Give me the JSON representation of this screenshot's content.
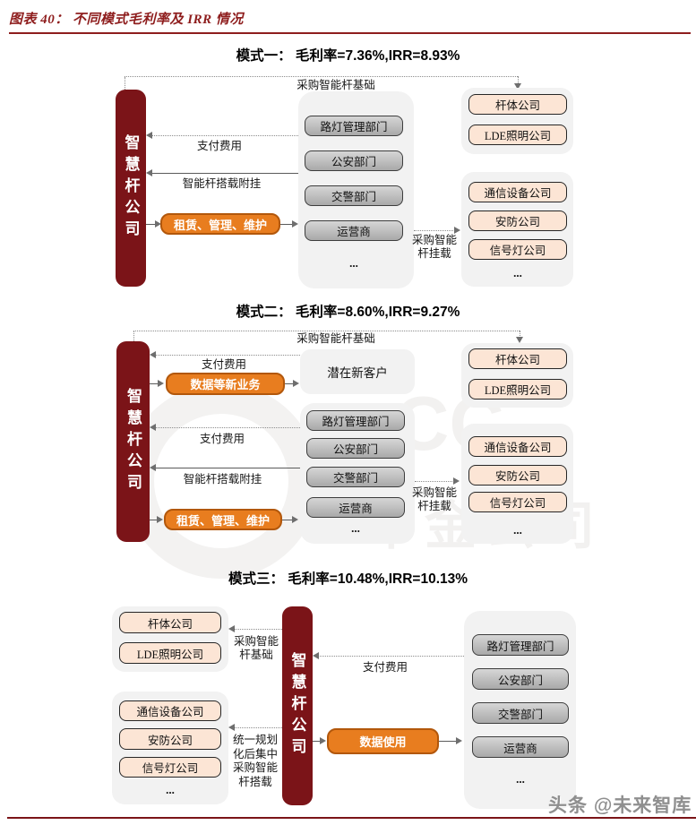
{
  "header": {
    "title": "图表 40：  不同模式毛利率及 IRR 情况"
  },
  "model1": {
    "title": "模式一： 毛利率=7.36%,IRR=8.93%",
    "company": "智慧杆公司",
    "lbl_buy_base": "采购智能杆基础",
    "lbl_pay": "支付费用",
    "lbl_mount": "智能杆搭载附挂",
    "box_lease": "租赁、管理、维护",
    "gov": [
      "路灯管理部门",
      "公安部门",
      "交警部门",
      "运营商"
    ],
    "gov_more": "...",
    "suppliers_top": [
      "杆体公司",
      "LDE照明公司"
    ],
    "suppliers_bottom": [
      "通信设备公司",
      "安防公司",
      "信号灯公司"
    ],
    "suppliers_more": "...",
    "lbl_buy_mount_1": "采购智能",
    "lbl_buy_mount_2": "杆挂载"
  },
  "model2": {
    "title": "模式二： 毛利率=8.60%,IRR=9.27%",
    "company": "智慧杆公司",
    "lbl_buy_base": "采购智能杆基础",
    "lbl_pay_new": "支付费用",
    "box_data_new": "数据等新业务",
    "box_potential": "潜在新客户",
    "lbl_pay": "支付费用",
    "lbl_mount": "智能杆搭载附挂",
    "box_lease": "租赁、管理、维护",
    "gov": [
      "路灯管理部门",
      "公安部门",
      "交警部门",
      "运营商"
    ],
    "gov_more": "...",
    "suppliers_top": [
      "杆体公司",
      "LDE照明公司"
    ],
    "suppliers_bottom": [
      "通信设备公司",
      "安防公司",
      "信号灯公司"
    ],
    "suppliers_more": "...",
    "lbl_buy_mount_1": "采购智能",
    "lbl_buy_mount_2": "杆挂载"
  },
  "model3": {
    "title": "模式三： 毛利率=10.48%,IRR=10.13%",
    "company": "智慧杆公司",
    "suppliers_top": [
      "杆体公司",
      "LDE照明公司"
    ],
    "suppliers_bottom": [
      "通信设备公司",
      "安防公司",
      "信号灯公司"
    ],
    "suppliers_more": "...",
    "lbl_buy_base_1": "采购智能",
    "lbl_buy_base_2": "杆基础",
    "lbl_pay": "支付费用",
    "lbl_unified_1": "统一规划",
    "lbl_unified_2": "化后集中",
    "lbl_unified_3": "采购智能",
    "lbl_unified_4": "杆搭载",
    "box_data_use": "数据使用",
    "gov": [
      "路灯管理部门",
      "公安部门",
      "交警部门",
      "运营商"
    ],
    "gov_more": "..."
  },
  "watermark": {
    "logo_letters": "CC",
    "logo_text": "中金公司",
    "toutiao": "头条 @未来智库"
  },
  "colors": {
    "bar_red": "#7b1418",
    "header_red": "#8e1d1d",
    "orange": "#e87d1f",
    "orange_border": "#b2570b",
    "peach": "#fce5d5",
    "gray_box_border": "#3d3d3d",
    "panel_gray": "#f2f2f2"
  }
}
